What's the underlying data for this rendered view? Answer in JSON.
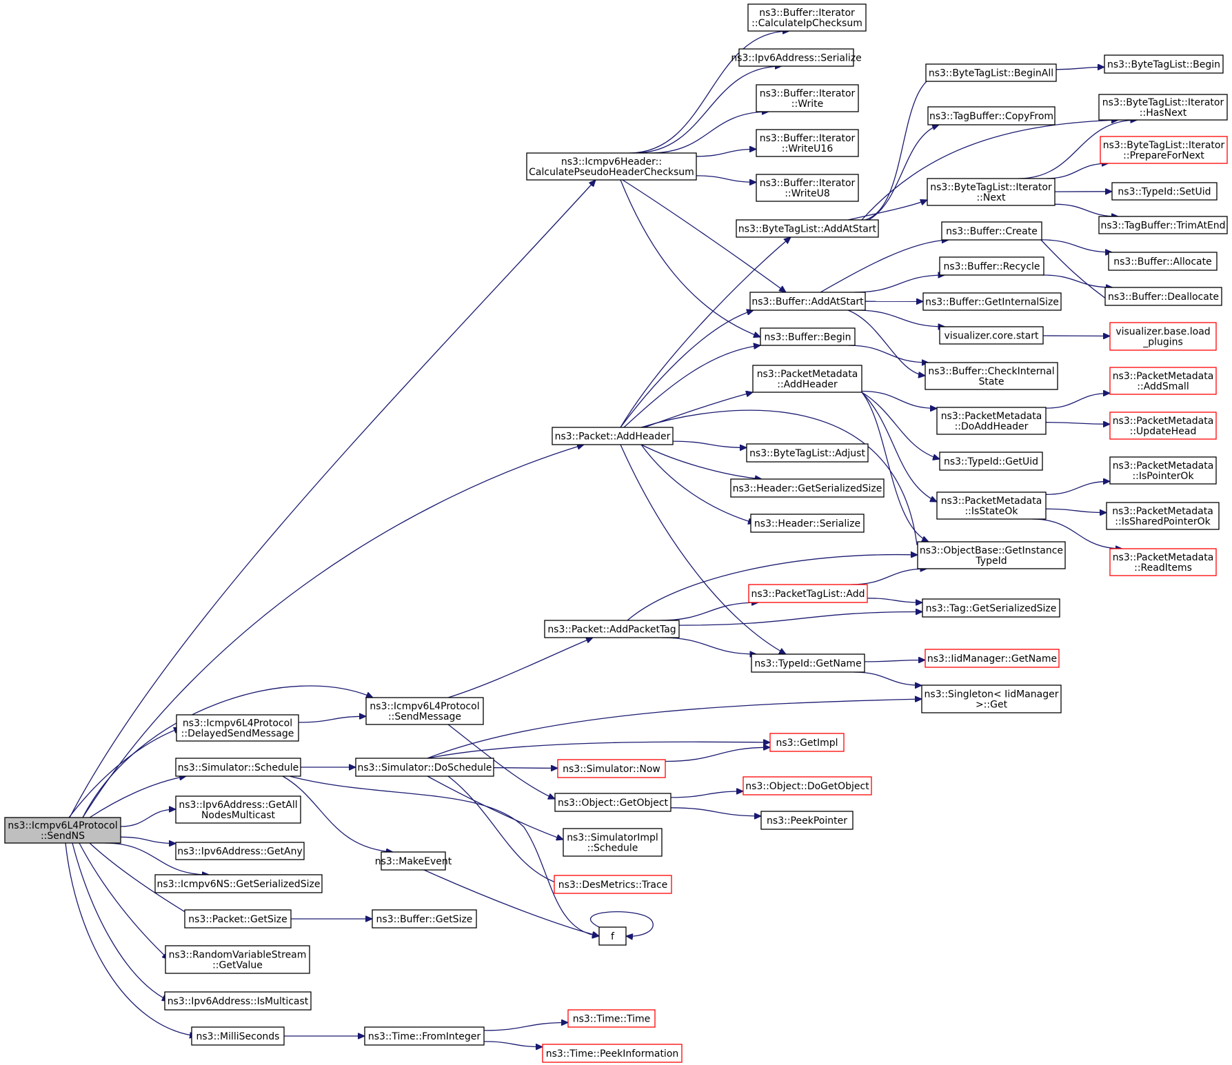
{
  "colors": {
    "edge": "#191970",
    "node_border": "#000000",
    "node_border_external": "#ff0000",
    "root_fill": "#bfbfbf",
    "node_fill": "#ffffff"
  },
  "nodes": [
    {
      "id": "sendns",
      "lines": [
        "ns3::Icmpv6L4Protocol",
        "::SendNS"
      ],
      "style": "root"
    },
    {
      "id": "chk",
      "lines": [
        "ns3::Icmpv6Header::",
        "CalculatePseudoHeaderChecksum"
      ],
      "style": "normal"
    },
    {
      "id": "bi_calcip",
      "lines": [
        "ns3::Buffer::Iterator",
        "::CalculateIpChecksum"
      ],
      "style": "normal"
    },
    {
      "id": "ip6ser",
      "lines": [
        "ns3::Ipv6Address::Serialize"
      ],
      "style": "normal"
    },
    {
      "id": "bi_write",
      "lines": [
        "ns3::Buffer::Iterator",
        "::Write"
      ],
      "style": "normal"
    },
    {
      "id": "bi_w16",
      "lines": [
        "ns3::Buffer::Iterator",
        "::WriteU16"
      ],
      "style": "normal"
    },
    {
      "id": "bi_w8",
      "lines": [
        "ns3::Buffer::Iterator",
        "::WriteU8"
      ],
      "style": "normal"
    },
    {
      "id": "btl_beginall",
      "lines": [
        "ns3::ByteTagList::BeginAll"
      ],
      "style": "normal"
    },
    {
      "id": "btl_begin",
      "lines": [
        "ns3::ByteTagList::Begin"
      ],
      "style": "normal"
    },
    {
      "id": "tb_copy",
      "lines": [
        "ns3::TagBuffer::CopyFrom"
      ],
      "style": "normal"
    },
    {
      "id": "btli_hasnext",
      "lines": [
        "ns3::ByteTagList::Iterator",
        "::HasNext"
      ],
      "style": "normal"
    },
    {
      "id": "btli_prep",
      "lines": [
        "ns3::ByteTagList::Iterator",
        "::PrepareForNext"
      ],
      "style": "external"
    },
    {
      "id": "btli_next",
      "lines": [
        "ns3::ByteTagList::Iterator",
        "::Next"
      ],
      "style": "normal"
    },
    {
      "id": "tid_setuid",
      "lines": [
        "ns3::TypeId::SetUid"
      ],
      "style": "normal"
    },
    {
      "id": "tb_trim",
      "lines": [
        "ns3::TagBuffer::TrimAtEnd"
      ],
      "style": "normal"
    },
    {
      "id": "btl_addatstart",
      "lines": [
        "ns3::ByteTagList::AddAtStart"
      ],
      "style": "normal"
    },
    {
      "id": "buf_create",
      "lines": [
        "ns3::Buffer::Create"
      ],
      "style": "normal"
    },
    {
      "id": "buf_alloc",
      "lines": [
        "ns3::Buffer::Allocate"
      ],
      "style": "normal"
    },
    {
      "id": "buf_recycle",
      "lines": [
        "ns3::Buffer::Recycle"
      ],
      "style": "normal"
    },
    {
      "id": "buf_dealloc",
      "lines": [
        "ns3::Buffer::Deallocate"
      ],
      "style": "normal"
    },
    {
      "id": "buf_addatstart",
      "lines": [
        "ns3::Buffer::AddAtStart"
      ],
      "style": "normal"
    },
    {
      "id": "buf_getint",
      "lines": [
        "ns3::Buffer::GetInternalSize"
      ],
      "style": "normal"
    },
    {
      "id": "viz_start",
      "lines": [
        "visualizer.core.start"
      ],
      "style": "normal"
    },
    {
      "id": "viz_load",
      "lines": [
        "visualizer.base.load",
        "_plugins"
      ],
      "style": "external"
    },
    {
      "id": "buf_begin",
      "lines": [
        "ns3::Buffer::Begin"
      ],
      "style": "normal"
    },
    {
      "id": "buf_checkint",
      "lines": [
        "ns3::Buffer::CheckInternal",
        "State"
      ],
      "style": "normal"
    },
    {
      "id": "pm_addheader",
      "lines": [
        "ns3::PacketMetadata",
        "::AddHeader"
      ],
      "style": "normal"
    },
    {
      "id": "pm_addsmall",
      "lines": [
        "ns3::PacketMetadata",
        "::AddSmall"
      ],
      "style": "external"
    },
    {
      "id": "pm_doadd",
      "lines": [
        "ns3::PacketMetadata",
        "::DoAddHeader"
      ],
      "style": "normal"
    },
    {
      "id": "pm_update",
      "lines": [
        "ns3::PacketMetadata",
        "::UpdateHead"
      ],
      "style": "external"
    },
    {
      "id": "pkt_addheader",
      "lines": [
        "ns3::Packet::AddHeader"
      ],
      "style": "normal"
    },
    {
      "id": "btl_adjust",
      "lines": [
        "ns3::ByteTagList::Adjust"
      ],
      "style": "normal"
    },
    {
      "id": "tid_getuid",
      "lines": [
        "ns3::TypeId::GetUid"
      ],
      "style": "normal"
    },
    {
      "id": "hdr_getser",
      "lines": [
        "ns3::Header::GetSerializedSize"
      ],
      "style": "normal"
    },
    {
      "id": "pm_ptrok",
      "lines": [
        "ns3::PacketMetadata",
        "::IsPointerOk"
      ],
      "style": "normal"
    },
    {
      "id": "pm_stateok",
      "lines": [
        "ns3::PacketMetadata",
        "::IsStateOk"
      ],
      "style": "normal"
    },
    {
      "id": "hdr_ser",
      "lines": [
        "ns3::Header::Serialize"
      ],
      "style": "normal"
    },
    {
      "id": "pm_sharedok",
      "lines": [
        "ns3::PacketMetadata",
        "::IsSharedPointerOk"
      ],
      "style": "normal"
    },
    {
      "id": "ob_getinst",
      "lines": [
        "ns3::ObjectBase::GetInstance",
        "TypeId"
      ],
      "style": "normal"
    },
    {
      "id": "pm_readitems",
      "lines": [
        "ns3::PacketMetadata",
        "::ReadItems"
      ],
      "style": "external"
    },
    {
      "id": "ptl_add",
      "lines": [
        "ns3::PacketTagList::Add"
      ],
      "style": "external"
    },
    {
      "id": "tag_getser",
      "lines": [
        "ns3::Tag::GetSerializedSize"
      ],
      "style": "normal"
    },
    {
      "id": "pkt_addtag",
      "lines": [
        "ns3::Packet::AddPacketTag"
      ],
      "style": "normal"
    },
    {
      "id": "tid_getname",
      "lines": [
        "ns3::TypeId::GetName"
      ],
      "style": "normal"
    },
    {
      "id": "iid_getname",
      "lines": [
        "ns3::IidManager::GetName"
      ],
      "style": "external"
    },
    {
      "id": "singleton",
      "lines": [
        "ns3::Singleton< IidManager",
        ">::Get"
      ],
      "style": "normal"
    },
    {
      "id": "sendmsg",
      "lines": [
        "ns3::Icmpv6L4Protocol",
        "::SendMessage"
      ],
      "style": "normal"
    },
    {
      "id": "delayed",
      "lines": [
        "ns3::Icmpv6L4Protocol",
        "::DelayedSendMessage"
      ],
      "style": "normal"
    },
    {
      "id": "getimpl",
      "lines": [
        "ns3::GetImpl"
      ],
      "style": "external"
    },
    {
      "id": "sim_schedule",
      "lines": [
        "ns3::Simulator::Schedule"
      ],
      "style": "normal"
    },
    {
      "id": "sim_dosched",
      "lines": [
        "ns3::Simulator::DoSchedule"
      ],
      "style": "normal"
    },
    {
      "id": "sim_now",
      "lines": [
        "ns3::Simulator::Now"
      ],
      "style": "external"
    },
    {
      "id": "obj_dogetobj",
      "lines": [
        "ns3::Object::DoGetObject"
      ],
      "style": "external"
    },
    {
      "id": "ip6_allnodes",
      "lines": [
        "ns3::Ipv6Address::GetAll",
        "NodesMulticast"
      ],
      "style": "normal"
    },
    {
      "id": "obj_getobj",
      "lines": [
        "ns3::Object::GetObject"
      ],
      "style": "normal"
    },
    {
      "id": "peekptr",
      "lines": [
        "ns3::PeekPointer"
      ],
      "style": "normal"
    },
    {
      "id": "simimpl_sched",
      "lines": [
        "ns3::SimulatorImpl",
        "::Schedule"
      ],
      "style": "normal"
    },
    {
      "id": "ip6_any",
      "lines": [
        "ns3::Ipv6Address::GetAny"
      ],
      "style": "normal"
    },
    {
      "id": "makeevent",
      "lines": [
        "ns3::MakeEvent"
      ],
      "style": "normal"
    },
    {
      "id": "ns_getser",
      "lines": [
        "ns3::Icmpv6NS::GetSerializedSize"
      ],
      "style": "normal"
    },
    {
      "id": "desm_trace",
      "lines": [
        "ns3::DesMetrics::Trace"
      ],
      "style": "external"
    },
    {
      "id": "pkt_getsize",
      "lines": [
        "ns3::Packet::GetSize"
      ],
      "style": "normal"
    },
    {
      "id": "buf_getsize",
      "lines": [
        "ns3::Buffer::GetSize"
      ],
      "style": "normal"
    },
    {
      "id": "f",
      "lines": [
        "f"
      ],
      "style": "normal"
    },
    {
      "id": "rvs_getvalue",
      "lines": [
        "ns3::RandomVariableStream",
        "::GetValue"
      ],
      "style": "normal"
    },
    {
      "id": "ip6_ismc",
      "lines": [
        "ns3::Ipv6Address::IsMulticast"
      ],
      "style": "normal"
    },
    {
      "id": "ms",
      "lines": [
        "ns3::MilliSeconds"
      ],
      "style": "normal"
    },
    {
      "id": "time_fromint",
      "lines": [
        "ns3::Time::FromInteger"
      ],
      "style": "normal"
    },
    {
      "id": "time_time",
      "lines": [
        "ns3::Time::Time"
      ],
      "style": "external"
    },
    {
      "id": "time_peekinfo",
      "lines": [
        "ns3::Time::PeekInformation"
      ],
      "style": "external"
    }
  ],
  "edges": [
    [
      "sendns",
      "chk"
    ],
    [
      "sendns",
      "pkt_addheader"
    ],
    [
      "sendns",
      "sendmsg"
    ],
    [
      "sendns",
      "delayed"
    ],
    [
      "sendns",
      "sim_schedule"
    ],
    [
      "sendns",
      "ip6_allnodes"
    ],
    [
      "sendns",
      "ip6_any"
    ],
    [
      "sendns",
      "ns_getser"
    ],
    [
      "sendns",
      "pkt_getsize"
    ],
    [
      "sendns",
      "rvs_getvalue"
    ],
    [
      "sendns",
      "ip6_ismc"
    ],
    [
      "sendns",
      "ms"
    ],
    [
      "chk",
      "bi_calcip"
    ],
    [
      "chk",
      "ip6ser"
    ],
    [
      "chk",
      "bi_write"
    ],
    [
      "chk",
      "bi_w16"
    ],
    [
      "chk",
      "bi_w8"
    ],
    [
      "chk",
      "buf_addatstart"
    ],
    [
      "chk",
      "buf_begin"
    ],
    [
      "btl_beginall",
      "btl_begin"
    ],
    [
      "btl_addatstart",
      "btl_beginall"
    ],
    [
      "btl_addatstart",
      "tb_copy"
    ],
    [
      "btl_addatstart",
      "btli_hasnext"
    ],
    [
      "btl_addatstart",
      "btli_next"
    ],
    [
      "btli_next",
      "btli_hasnext"
    ],
    [
      "btli_next",
      "btli_prep"
    ],
    [
      "btli_next",
      "tid_setuid"
    ],
    [
      "btli_next",
      "tb_trim"
    ],
    [
      "buf_create",
      "buf_alloc"
    ],
    [
      "buf_create",
      "buf_dealloc"
    ],
    [
      "buf_recycle",
      "buf_dealloc"
    ],
    [
      "buf_addatstart",
      "buf_create"
    ],
    [
      "buf_addatstart",
      "buf_recycle"
    ],
    [
      "buf_addatstart",
      "buf_getint"
    ],
    [
      "buf_addatstart",
      "viz_start"
    ],
    [
      "buf_addatstart",
      "buf_checkint"
    ],
    [
      "viz_start",
      "viz_load"
    ],
    [
      "buf_begin",
      "buf_checkint"
    ],
    [
      "pm_addheader",
      "pm_doadd"
    ],
    [
      "pm_addheader",
      "tid_getuid"
    ],
    [
      "pm_addheader",
      "pm_stateok"
    ],
    [
      "pm_addheader",
      "ob_getinst"
    ],
    [
      "pm_doadd",
      "pm_addsmall"
    ],
    [
      "pm_doadd",
      "pm_update"
    ],
    [
      "pm_stateok",
      "pm_ptrok"
    ],
    [
      "pm_stateok",
      "pm_sharedok"
    ],
    [
      "pm_stateok",
      "pm_readitems"
    ],
    [
      "pkt_addheader",
      "btl_addatstart"
    ],
    [
      "pkt_addheader",
      "buf_addatstart"
    ],
    [
      "pkt_addheader",
      "buf_begin"
    ],
    [
      "pkt_addheader",
      "pm_addheader"
    ],
    [
      "pkt_addheader",
      "ob_getinst"
    ],
    [
      "pkt_addheader",
      "btl_adjust"
    ],
    [
      "pkt_addheader",
      "hdr_getser"
    ],
    [
      "pkt_addheader",
      "hdr_ser"
    ],
    [
      "pkt_addheader",
      "tid_getname"
    ],
    [
      "pkt_addtag",
      "ob_getinst"
    ],
    [
      "pkt_addtag",
      "ptl_add"
    ],
    [
      "pkt_addtag",
      "tag_getser"
    ],
    [
      "pkt_addtag",
      "tid_getname"
    ],
    [
      "ptl_add",
      "ob_getinst"
    ],
    [
      "ptl_add",
      "tag_getser"
    ],
    [
      "tid_getname",
      "iid_getname"
    ],
    [
      "tid_getname",
      "singleton"
    ],
    [
      "sendmsg",
      "pkt_addtag"
    ],
    [
      "sendmsg",
      "obj_getobj"
    ],
    [
      "delayed",
      "sendmsg"
    ],
    [
      "sim_schedule",
      "sim_dosched"
    ],
    [
      "sim_schedule",
      "makeevent"
    ],
    [
      "sim_schedule",
      "f"
    ],
    [
      "sim_dosched",
      "singleton"
    ],
    [
      "sim_dosched",
      "getimpl"
    ],
    [
      "sim_dosched",
      "sim_now"
    ],
    [
      "sim_dosched",
      "simimpl_sched"
    ],
    [
      "sim_dosched",
      "desm_trace"
    ],
    [
      "sim_now",
      "getimpl"
    ],
    [
      "obj_getobj",
      "obj_dogetobj"
    ],
    [
      "obj_getobj",
      "peekptr"
    ],
    [
      "makeevent",
      "f"
    ],
    [
      "f",
      "f"
    ],
    [
      "pkt_getsize",
      "buf_getsize"
    ],
    [
      "ms",
      "time_fromint"
    ],
    [
      "time_fromint",
      "time_time"
    ],
    [
      "time_fromint",
      "time_peekinfo"
    ]
  ]
}
